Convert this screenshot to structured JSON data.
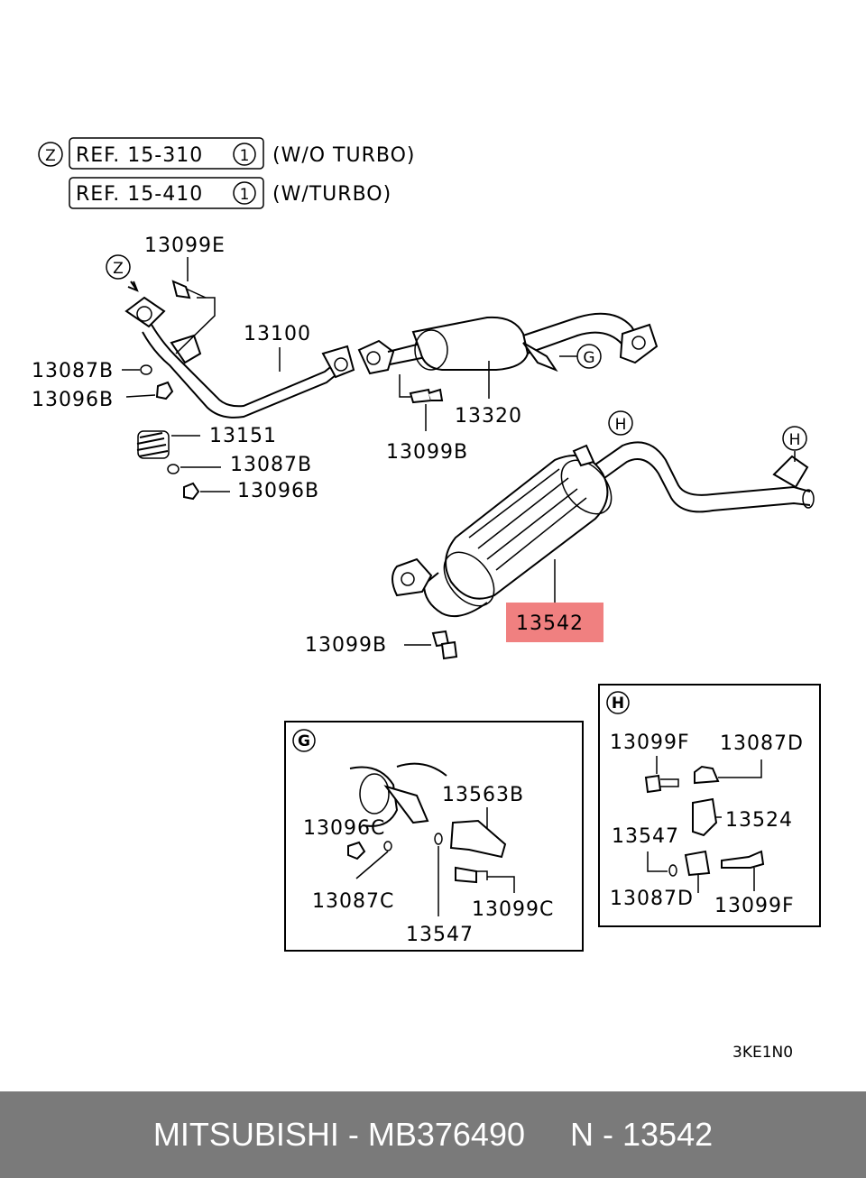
{
  "refs": {
    "ref1": "REF. 15-310",
    "ref1_circle": "1",
    "ref1_note": "(W/O TURBO)",
    "ref2": "REF. 15-410",
    "ref2_circle": "1",
    "ref2_note": "(W/TURBO)",
    "z_marker": "Z"
  },
  "parts": {
    "p13099E": "13099E",
    "p13100": "13100",
    "p13087B_a": "13087B",
    "p13096B_a": "13096B",
    "p13151": "13151",
    "p13087B_b": "13087B",
    "p13096B_b": "13096B",
    "p13320": "13320",
    "p13099B_a": "13099B",
    "p13542": "13542",
    "p13099B_b": "13099B"
  },
  "markers": {
    "g": "G",
    "h": "H",
    "z": "Z"
  },
  "detail_g": {
    "tag": "G",
    "labels": [
      "13563B",
      "13096C",
      "13087C",
      "13099C",
      "13547"
    ]
  },
  "detail_h": {
    "tag": "H",
    "labels": [
      "13099F",
      "13087D",
      "13524",
      "13547",
      "13087D",
      "13099F"
    ]
  },
  "diagram_code": "3KE1N0",
  "highlight_color": "#f08080",
  "footer": {
    "brand_part": "MITSUBISHI - MB376490",
    "ref": "N - 13542"
  }
}
